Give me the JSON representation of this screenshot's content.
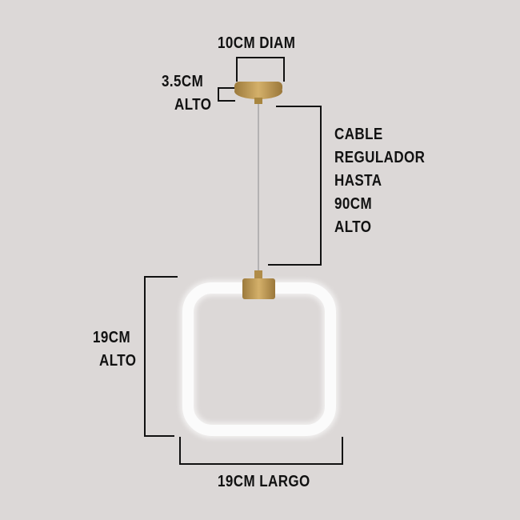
{
  "labels": {
    "canopy_diameter": "10CM DIAM",
    "canopy_height_1": "3.5CM",
    "canopy_height_2": "ALTO",
    "cable_1": "CABLE",
    "cable_2": "REGULADOR",
    "cable_3": "HASTA",
    "cable_4": "90CM",
    "cable_5": "ALTO",
    "lamp_height_1": "19CM",
    "lamp_height_2": "ALTO",
    "lamp_width": "19CM LARGO"
  },
  "colors": {
    "background": "#dcd8d7",
    "brass": "#b8924a",
    "line": "#111111"
  }
}
